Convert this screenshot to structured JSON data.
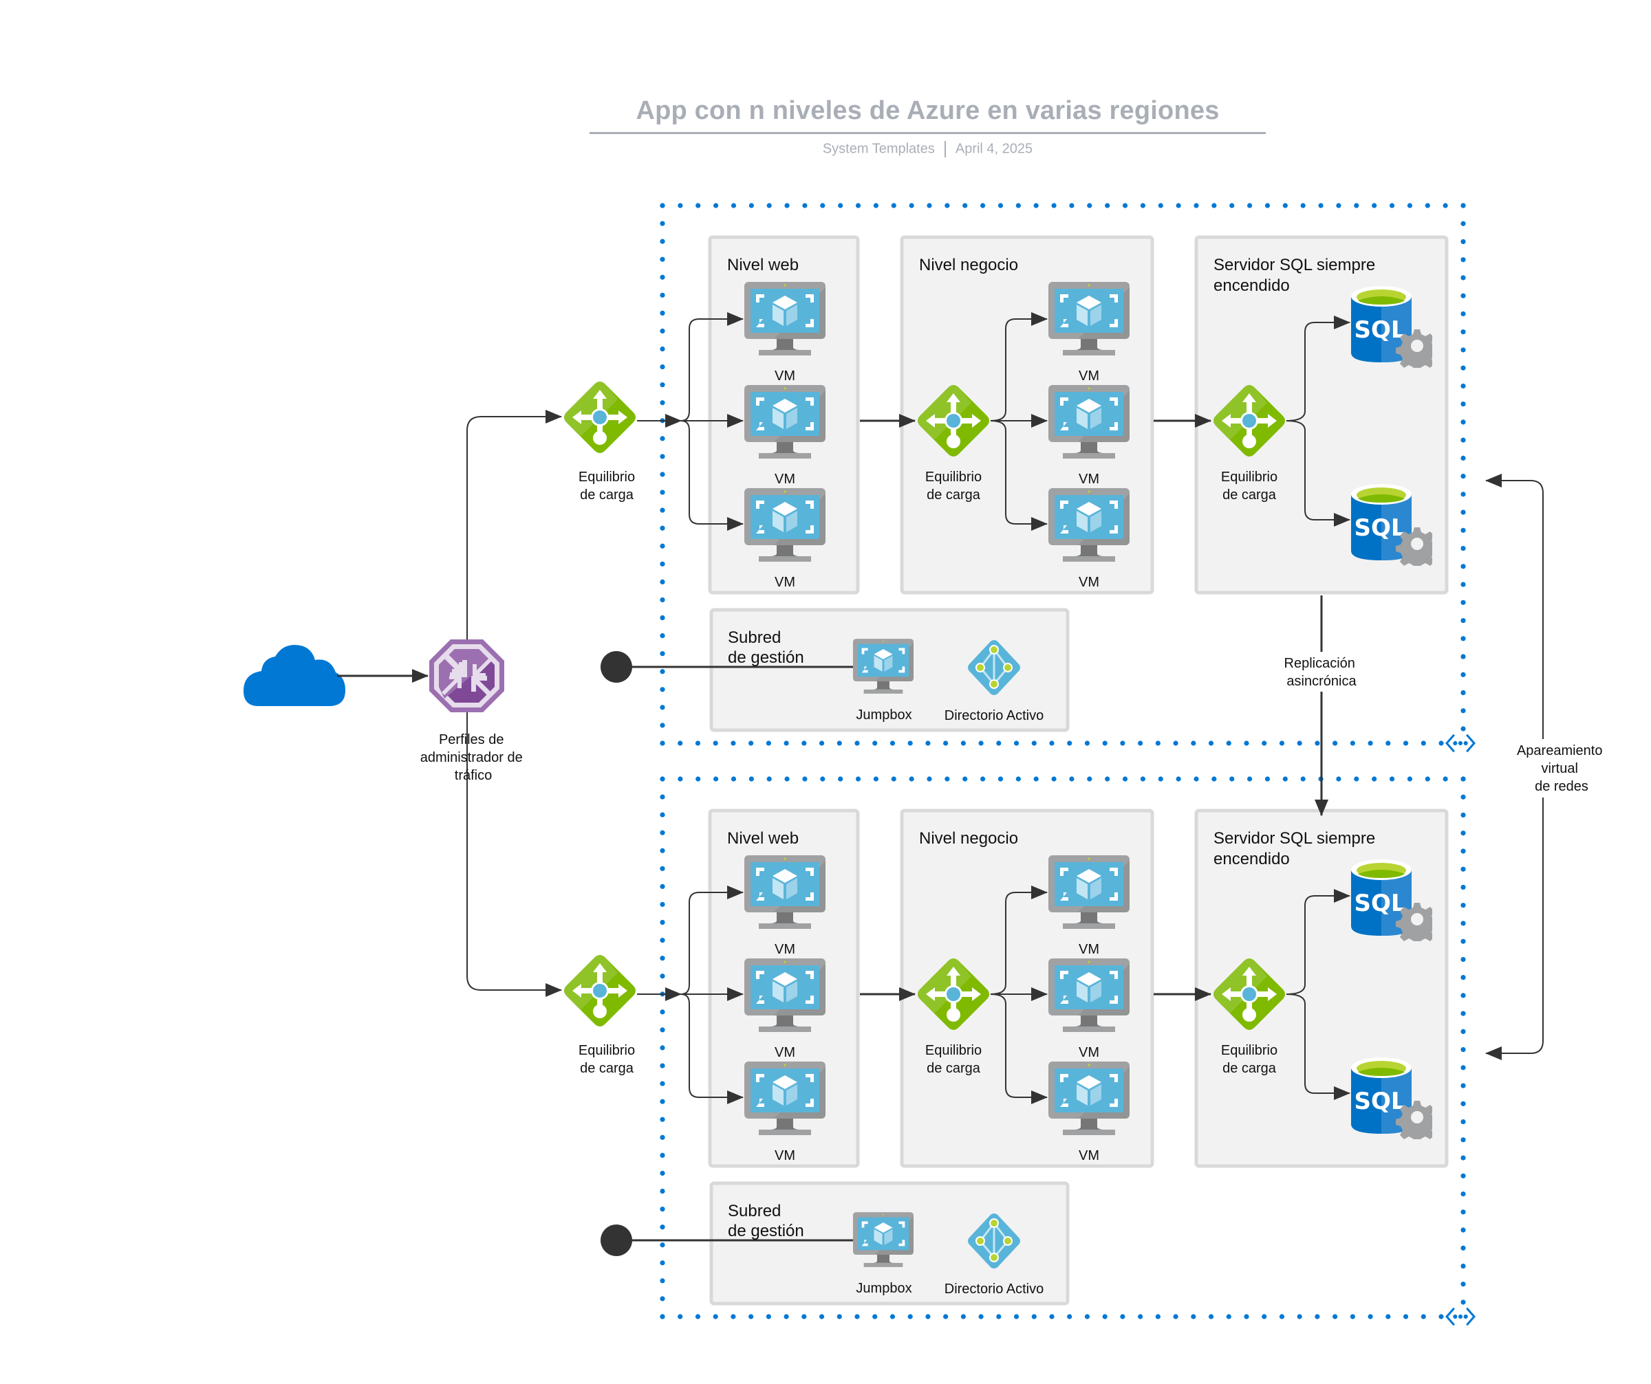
{
  "header": {
    "title": "App con n niveles de Azure en varias regiones",
    "author": "System Templates",
    "date": "April 4, 2025"
  },
  "colors": {
    "vnet_dots": "#0078d4",
    "box_fill": "#f2f2f2",
    "box_border": "#d9d9d9",
    "connector": "#333333",
    "lb_green": "#7fba00",
    "vm_blue": "#59b4d9",
    "sql_blue": "#0072c6",
    "traffic_manager_purple": "#804998",
    "cloud_blue": "#0078d4"
  },
  "internet": {
    "icon": "cloud-icon"
  },
  "traffic_manager": {
    "label_lines": [
      "Perfiles de",
      "administrador de",
      "tráfico"
    ],
    "icon": "traffic-manager-icon"
  },
  "regions": [
    {
      "name": "region-primary",
      "entry_lb": {
        "label_lines": [
          "Equilibrio",
          "de carga"
        ]
      },
      "web_tier": {
        "title": "Nivel web",
        "vms": [
          "VM",
          "VM",
          "VM"
        ]
      },
      "business_tier": {
        "title": "Nivel negocio",
        "lb_label_lines": [
          "Equilibrio",
          "de carga"
        ],
        "vms": [
          "VM",
          "VM",
          "VM"
        ]
      },
      "sql_tier": {
        "title_lines": [
          "Servidor SQL siempre",
          "encendido"
        ],
        "lb_label_lines": [
          "Equilibrio",
          "de carga"
        ],
        "databases": [
          "SQL",
          "SQL"
        ]
      },
      "management": {
        "title_lines": [
          "Subred",
          "de gestión"
        ],
        "jumpbox": "Jumpbox",
        "active_directory": "Directorio Activo"
      }
    },
    {
      "name": "region-secondary",
      "entry_lb": {
        "label_lines": [
          "Equilibrio",
          "de carga"
        ]
      },
      "web_tier": {
        "title": "Nivel web",
        "vms": [
          "VM",
          "VM",
          "VM"
        ]
      },
      "business_tier": {
        "title": "Nivel negocio",
        "lb_label_lines": [
          "Equilibrio",
          "de carga"
        ],
        "vms": [
          "VM",
          "VM",
          "VM"
        ]
      },
      "sql_tier": {
        "title_lines": [
          "Servidor SQL siempre",
          "encendido"
        ],
        "lb_label_lines": [
          "Equilibrio",
          "de carga"
        ],
        "databases": [
          "SQL",
          "SQL"
        ]
      },
      "management": {
        "title_lines": [
          "Subred",
          "de gestión"
        ],
        "jumpbox": "Jumpbox",
        "active_directory": "Directorio Activo"
      }
    }
  ],
  "replication": {
    "label_lines": [
      "Replicación",
      "asincrónica"
    ]
  },
  "peering": {
    "label_lines": [
      "Apareamiento",
      "virtual",
      "de redes"
    ]
  }
}
